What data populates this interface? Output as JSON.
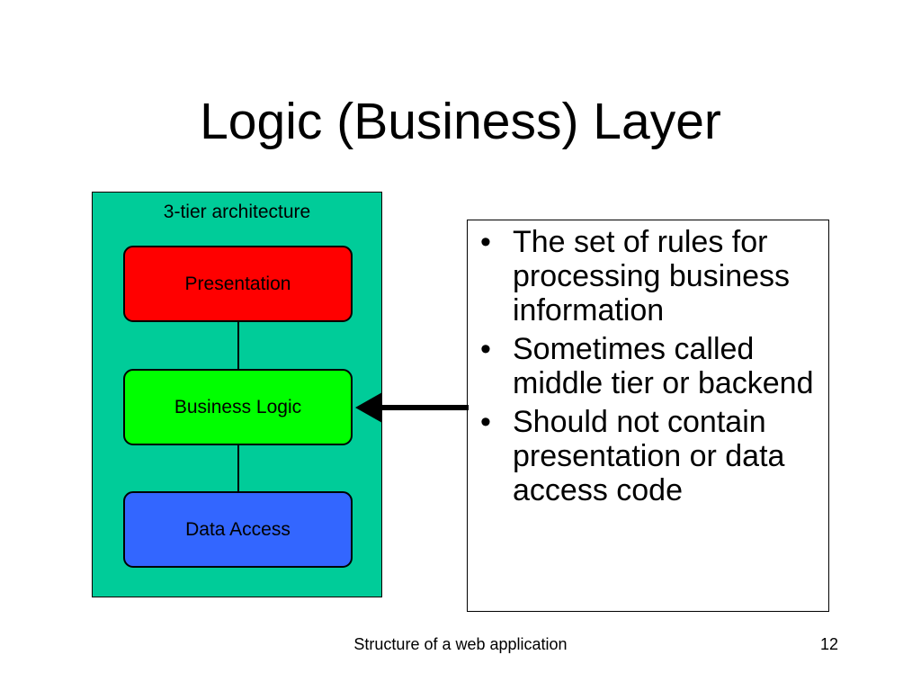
{
  "title": "Logic (Business) Layer",
  "diagram": {
    "container_label": "3-tier architecture",
    "container_color": "#00cc99",
    "tiers": [
      {
        "label": "Presentation",
        "color": "#ff0000"
      },
      {
        "label": "Business Logic",
        "color": "#00ff00"
      },
      {
        "label": "Data Access",
        "color": "#3366ff"
      }
    ]
  },
  "notes": {
    "bullets": [
      "The set of rules for processing business information",
      "Sometimes called middle tier or backend",
      "Should not contain presentation or data access code"
    ]
  },
  "footer": {
    "text": "Structure of a web application",
    "page_number": "12"
  }
}
